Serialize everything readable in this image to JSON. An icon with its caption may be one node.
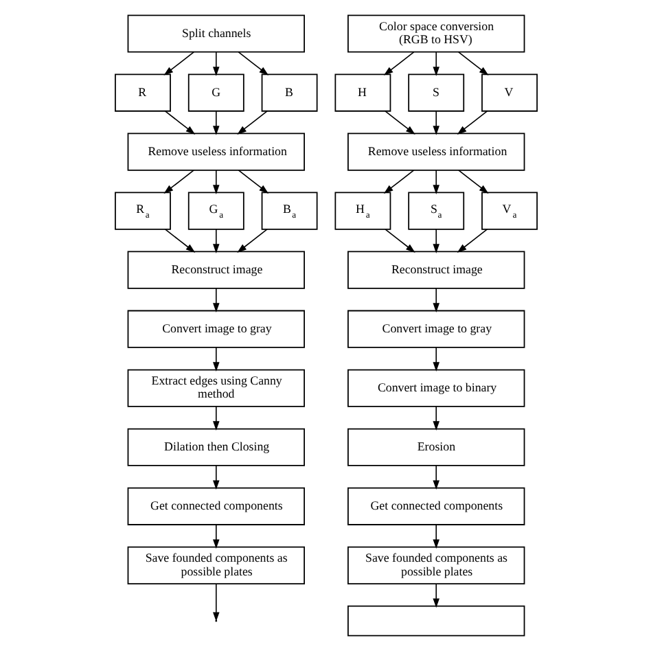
{
  "diagram": {
    "nodes": [
      {
        "text": [
          "Split channels"
        ]
      },
      {
        "text": [
          "R"
        ]
      },
      {
        "text": [
          "G"
        ]
      },
      {
        "text": [
          "B"
        ]
      },
      {
        "text": [
          "Remove useless information"
        ]
      },
      {
        "text": [
          "R$_{a}$"
        ]
      },
      {
        "text": [
          "G$_{a}$"
        ]
      },
      {
        "text": [
          "B$_{a}$"
        ]
      },
      {
        "text": [
          "Reconstruct image"
        ]
      },
      {
        "text": [
          "Convert image to gray"
        ]
      },
      {
        "text": [
          "Extract edges using Canny method"
        ]
      },
      {
        "text": [
          "Dilation then Closing"
        ]
      },
      {
        "text": [
          "Get connected components"
        ]
      },
      {
        "text": [
          "Save founded components as possible plates"
        ]
      },
      {
        "text": [
          "Color space conversion (RGB to HSV)"
        ]
      },
      {
        "text": [
          "H"
        ]
      },
      {
        "text": [
          "S"
        ]
      },
      {
        "text": [
          "V"
        ]
      },
      {
        "text": [
          "Remove useless information"
        ]
      },
      {
        "text": [
          "H$_{a}$"
        ]
      },
      {
        "text": [
          "S$_{a}$"
        ]
      },
      {
        "text": [
          "V$_{a}$"
        ]
      },
      {
        "text": [
          "Reconstruct image"
        ]
      },
      {
        "text": [
          "Convert image to gray"
        ]
      },
      {
        "text": [
          "Convert image to binary"
        ]
      },
      {
        "text": [
          "Erosion"
        ]
      },
      {
        "text": [
          "Get connected components"
        ]
      },
      {
        "text": [
          "Save founded components as possible plates"
        ]
      },
      {
        "text": [],
        "shape": "box"
      }
    ],
    "edges": [
      {
        "from": 0,
        "to": 1,
        "arrow": "to"
      },
      {
        "from": 0,
        "to": 2,
        "arrow": "to"
      },
      {
        "from": 0,
        "to": 3,
        "arrow": "to"
      },
      {
        "from": 1,
        "to": 4,
        "arrow": "to"
      },
      {
        "from": 2,
        "to": 4,
        "arrow": "to"
      },
      {
        "from": 3,
        "to": 4,
        "arrow": "to"
      },
      {
        "from": 4,
        "to": 5,
        "arrow": "to"
      },
      {
        "from": 4,
        "to": 6,
        "arrow": "to"
      },
      {
        "from": 4,
        "to": 7,
        "arrow": "to"
      },
      {
        "from": 5,
        "to": 8,
        "arrow": "to"
      },
      {
        "from": 6,
        "to": 8,
        "arrow": "to"
      },
      {
        "from": 7,
        "to": 8,
        "arrow": "to"
      },
      {
        "from": 8,
        "to": 9,
        "arrow": "to"
      },
      {
        "from": 9,
        "to": 10,
        "arrow": "to"
      },
      {
        "from": 10,
        "to": 11,
        "arrow": "to"
      },
      {
        "from": 11,
        "to": 12,
        "arrow": "to"
      },
      {
        "from": 12,
        "to": 13,
        "arrow": "to"
      },
      {
        "from": 13,
        "to": null,
        "arrow": "to"
      },
      {
        "from": 14,
        "to": 15,
        "arrow": "to"
      },
      {
        "from": 14,
        "to": 16,
        "arrow": "to"
      },
      {
        "from": 14,
        "to": 17,
        "arrow": "to"
      },
      {
        "from": 15,
        "to": 18,
        "arrow": "to"
      },
      {
        "from": 16,
        "to": 18,
        "arrow": "to"
      },
      {
        "from": 17,
        "to": 18,
        "arrow": "to"
      },
      {
        "from": 18,
        "to": 19,
        "arrow": "to"
      },
      {
        "from": 18,
        "to": 20,
        "arrow": "to"
      },
      {
        "from": 18,
        "to": 21,
        "arrow": "to"
      },
      {
        "from": 19,
        "to": 22,
        "arrow": "to"
      },
      {
        "from": 20,
        "to": 22,
        "arrow": "to"
      },
      {
        "from": 21,
        "to": 22,
        "arrow": "to"
      },
      {
        "from": 22,
        "to": 23,
        "arrow": "to"
      },
      {
        "from": 23,
        "to": 24,
        "arrow": "to"
      },
      {
        "from": 24,
        "to": 25,
        "arrow": "to"
      },
      {
        "from": 25,
        "to": 26,
        "arrow": "to"
      },
      {
        "from": 26,
        "to": 27,
        "arrow": "to"
      },
      {
        "from": 27,
        "to": 28,
        "arrow": "to"
      }
    ]
  }
}
